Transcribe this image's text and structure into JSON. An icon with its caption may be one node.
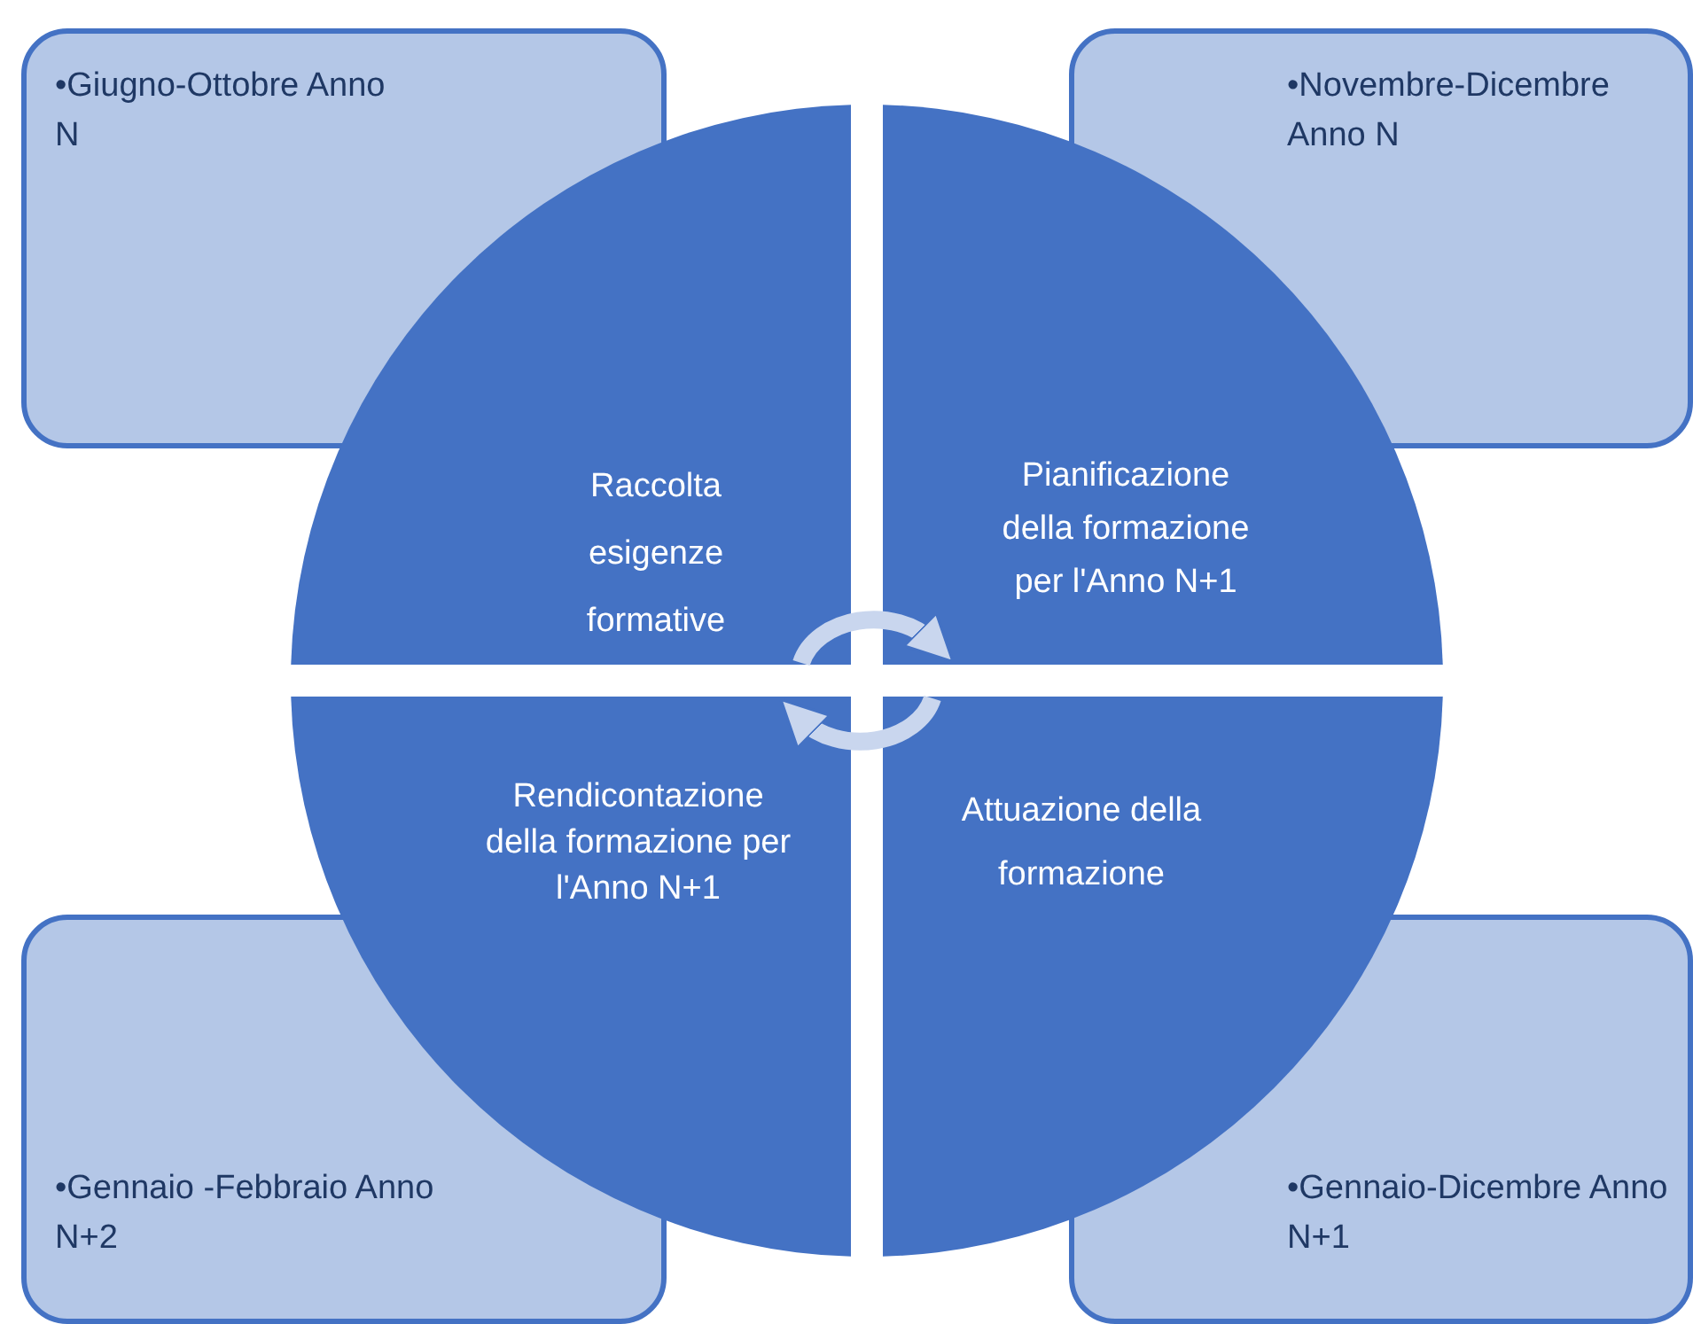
{
  "diagram": {
    "nodes": [
      {
        "text": [
          "•Giugno-Ottobre Anno N"
        ]
      },
      {
        "text": [
          "•Novembre-Dicembre Anno N"
        ]
      },
      {
        "text": [
          "Raccolta esigenze formative"
        ]
      },
      {
        "text": [
          "Pianificazione della formazione per l'Anno N+1"
        ]
      },
      {
        "text": [
          "Rendicontazione della formazione per l'Anno N+1"
        ]
      },
      {
        "text": [
          "Attuazione della formazione"
        ]
      },
      {
        "text": [
          "•Gennaio -Febbraio Anno N+2"
        ]
      },
      {
        "text": [
          "•Gennaio-Dicembre Anno N+1"
        ]
      }
    ],
    "edges": [
      {
        "from": 2,
        "to": 3,
        "arrow": "to"
      },
      {
        "from": 5,
        "to": 4,
        "arrow": "to"
      }
    ]
  }
}
